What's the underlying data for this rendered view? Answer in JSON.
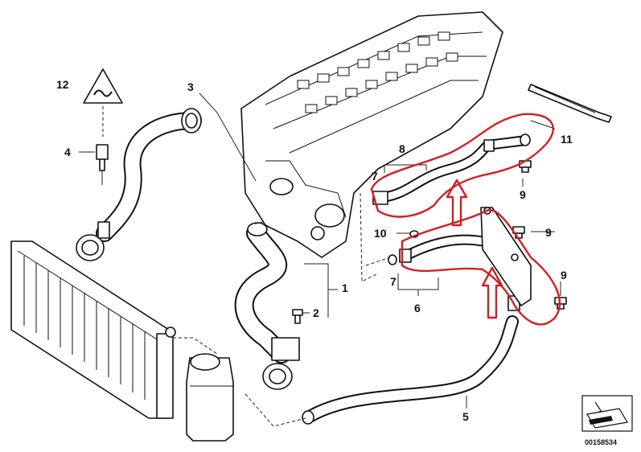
{
  "callouts": [
    {
      "id": "c1",
      "label": "1"
    },
    {
      "id": "c2",
      "label": "2"
    },
    {
      "id": "c3",
      "label": "3"
    },
    {
      "id": "c4",
      "label": "4"
    },
    {
      "id": "c5",
      "label": "5"
    },
    {
      "id": "c6",
      "label": "6"
    },
    {
      "id": "c7a",
      "label": "7"
    },
    {
      "id": "c7b",
      "label": "7"
    },
    {
      "id": "c8",
      "label": "8"
    },
    {
      "id": "c9a",
      "label": "9"
    },
    {
      "id": "c9b",
      "label": "9"
    },
    {
      "id": "c9c",
      "label": "9"
    },
    {
      "id": "c10",
      "label": "10"
    },
    {
      "id": "c11",
      "label": "11"
    },
    {
      "id": "c12",
      "label": "12"
    }
  ],
  "diagram_code": "00158534",
  "colors": {
    "ink": "#111111",
    "highlight": "#d21f1f",
    "background": "#ffffff"
  }
}
